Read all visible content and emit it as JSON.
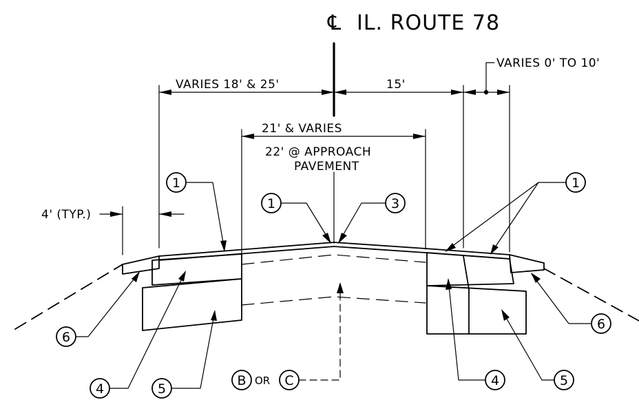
{
  "title": "IL. ROUTE 78",
  "centerline_symbol": "℄",
  "dimensions": {
    "left_width": "VARIES 18' & 25'",
    "right_width": "15'",
    "right_shoulder": "VARIES 0' TO 10'",
    "pavement_width": "21' & VARIES",
    "approach_line1": "22' @ APPROACH",
    "approach_line2": "PAVEMENT",
    "typ_offset": "4' (TYP.)"
  },
  "callouts": {
    "c1_left": "1",
    "c1_center": "1",
    "c3": "3",
    "c1_right": "1",
    "c6_left": "6",
    "c6_right": "6",
    "c4_left": "4",
    "c5_left": "5",
    "cB": "B",
    "or_word": "OR",
    "cC": "C",
    "c4_right": "4",
    "c5_right": "5"
  }
}
